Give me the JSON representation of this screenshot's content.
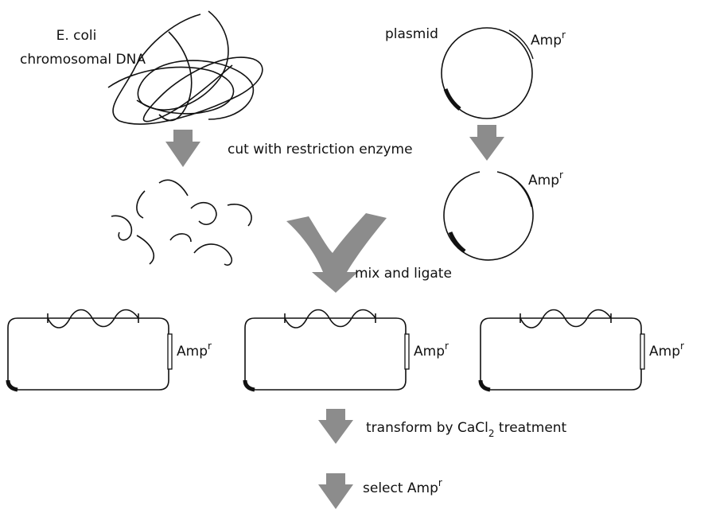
{
  "colors": {
    "ink": "#111111",
    "arrow": "#8c8c8c",
    "background": "#ffffff"
  },
  "labels": {
    "ecoli_line1": "E. coli",
    "ecoli_line2": "chromosomal DNA",
    "plasmid": "plasmid",
    "amp_base": "Amp",
    "amp_sup": "r",
    "cut_step": "cut with restriction enzyme",
    "mix_step": "mix and ligate",
    "transform_step_a": "transform by CaCl",
    "transform_step_sub": "2",
    "transform_step_b": " treatment",
    "select_step": "select Amp"
  }
}
